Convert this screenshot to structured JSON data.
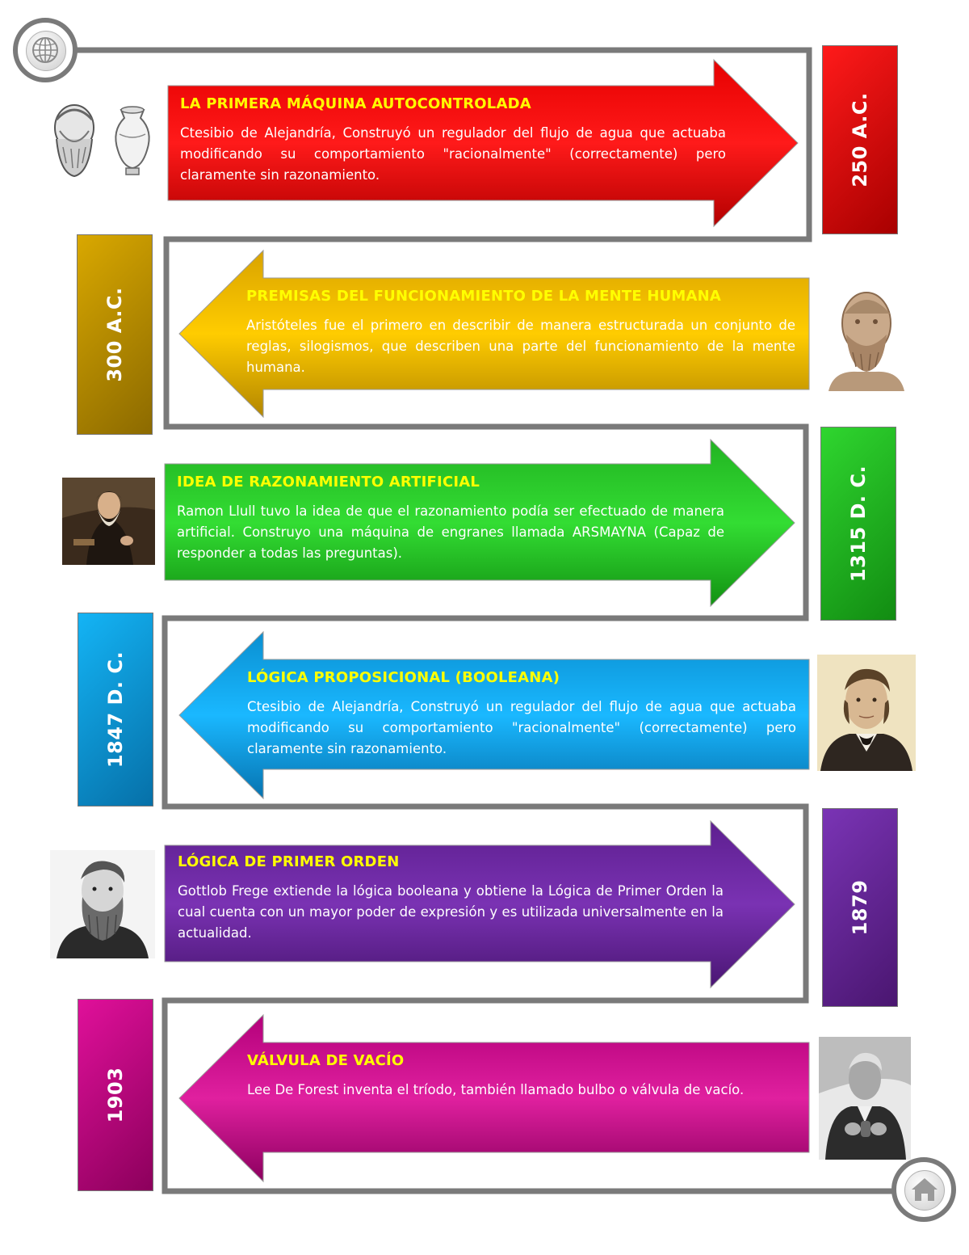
{
  "events": [
    {
      "title": "LA PRIMERA MÁQUINA AUTOCONTROLADA",
      "body": "Ctesibio de Alejandría, Construyó un regulador del flujo de agua que actuaba modificando su comportamiento \"racionalmente\" (correctamente) pero claramente sin razonamiento.",
      "date": "250 A.C.",
      "arrow_colors": [
        "#e60000",
        "#ff1a1a",
        "#b30000"
      ],
      "date_colors": [
        "#ff1a1a",
        "#a80000"
      ],
      "portrait_icon": "heron-bust-and-vessel-icon"
    },
    {
      "title": "PREMISAS DEL FUNCIONAMIENTO DE LA MENTE HUMANA",
      "body": "Aristóteles fue el primero en describir de manera estructurada un conjunto de reglas, silogismos, que describen una parte del funcionamiento de la mente humana.",
      "date": "300 A.C.",
      "arrow_colors": [
        "#d9a300",
        "#ffcc00",
        "#b38600"
      ],
      "date_colors": [
        "#d9a800",
        "#8c6a00"
      ],
      "portrait_icon": "aristotle-bust-icon"
    },
    {
      "title": "IDEA DE RAZONAMIENTO ARTIFICIAL",
      "body": "Ramon Llull tuvo la idea de que el razonamiento podía ser efectuado de manera artificial. Construyo una máquina de engranes llamada ARSMAYNA (Capaz de responder a todas las preguntas).",
      "date": "1315 D. C.",
      "arrow_colors": [
        "#22b322",
        "#33dd33",
        "#129112"
      ],
      "date_colors": [
        "#2fd62f",
        "#128c12"
      ],
      "portrait_icon": "ramon-llull-painting-icon"
    },
    {
      "title": "LÓGICA PROPOSICIONAL (BOOLEANA)",
      "body": "Ctesibio de Alejandría, Construyó un regulador del flujo de agua que actuaba modificando su comportamiento \"racionalmente\" (correctamente) pero claramente sin razonamiento.",
      "date": "1847 D. C.",
      "arrow_colors": [
        "#0a8fd1",
        "#1ab8ff",
        "#0673b0"
      ],
      "date_colors": [
        "#14b4f5",
        "#0670a8"
      ],
      "portrait_icon": "george-boole-portrait-icon"
    },
    {
      "title": "LÓGICA DE PRIMER ORDEN",
      "body": "Gottlob Frege extiende la lógica booleana y obtiene la Lógica de Primer Orden la cual cuenta con un mayor poder de expresión y es utilizada universalmente en la actualidad.",
      "date": "1879",
      "arrow_colors": [
        "#5d1f8f",
        "#7a32b3",
        "#4a1673"
      ],
      "date_colors": [
        "#7a34b5",
        "#4a1670"
      ],
      "portrait_icon": "gottlob-frege-portrait-icon"
    },
    {
      "title": "VÁLVULA DE VACÍO",
      "body": "Lee De Forest inventa el tríodo, también llamado bulbo o válvula de vacío.",
      "date": "1903",
      "arrow_colors": [
        "#b3007a",
        "#e0209f",
        "#8c005f"
      ],
      "date_colors": [
        "#e0109a",
        "#8c005c"
      ],
      "portrait_icon": "lee-de-forest-photo-icon"
    }
  ],
  "icons": {
    "start": "globe-icon",
    "end": "home-icon"
  },
  "connector_color": "#7a7a7a"
}
